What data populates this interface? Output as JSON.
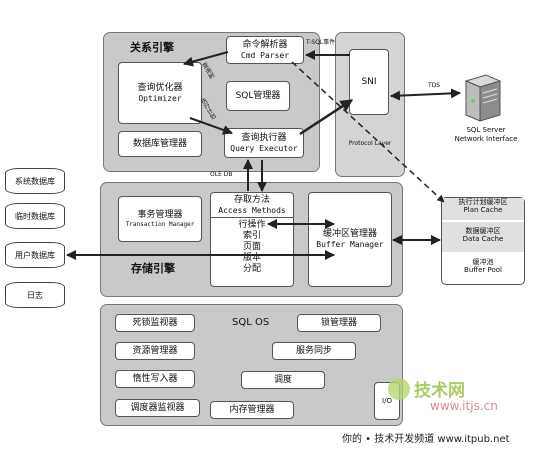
{
  "relational_engine": {
    "title": "关系引擎",
    "cmd_parser": {
      "cn": "命令解析器",
      "en": "Cmd Parser"
    },
    "optimizer": {
      "cn": "查询优化器",
      "en": "Optimizer"
    },
    "sql_manager": "SQL管理器",
    "db_manager": "数据库管理器",
    "query_executor": {
      "cn": "查询执行器",
      "en": "Query Executor"
    },
    "label_query_tree": "查询树",
    "label_exec_plan": "执行计划",
    "label_tsql_event": "T-SQL事件"
  },
  "protocol_layer": {
    "sni": "SNI",
    "label": "Protocol Layer",
    "tds": "TDS"
  },
  "sql_server_ni": {
    "line1": "SQL Server",
    "line2": "Network Interface"
  },
  "ole_db": "OLE DB",
  "storage_engine": {
    "title": "存储引擎",
    "transaction_manager": {
      "cn": "事务管理器",
      "en": "Transaction Manager"
    },
    "access_methods": {
      "cn": "存取方法",
      "en": "Access Methods",
      "items": [
        "行操作",
        "索引",
        "页面",
        "版本",
        "分配"
      ]
    },
    "buffer_manager": {
      "cn": "缓冲区管理器",
      "en": "Buffer Manager"
    }
  },
  "buffer_pool": {
    "plan_cache": {
      "cn": "执行计划缓冲区",
      "en": "Plan Cache"
    },
    "data_cache": {
      "cn": "数据缓冲区",
      "en": "Data Cache"
    },
    "pool": {
      "cn": "缓冲池",
      "en": "Buffer Pool"
    }
  },
  "databases": [
    "系统数据库",
    "临时数据库",
    "用户数据库",
    "日志"
  ],
  "sql_os": {
    "title": "SQL OS",
    "items": [
      "死锁监视器",
      "资源管理器",
      "惰性写入器",
      "调度器监视器",
      "锁管理器",
      "服务同步",
      "调度",
      "内存管理器"
    ],
    "io": "I/O"
  },
  "watermark": {
    "brand": "技术网",
    "url": "www.itjs.cn",
    "footer": "你的 • 技术开发频道 www.itpub.net"
  }
}
